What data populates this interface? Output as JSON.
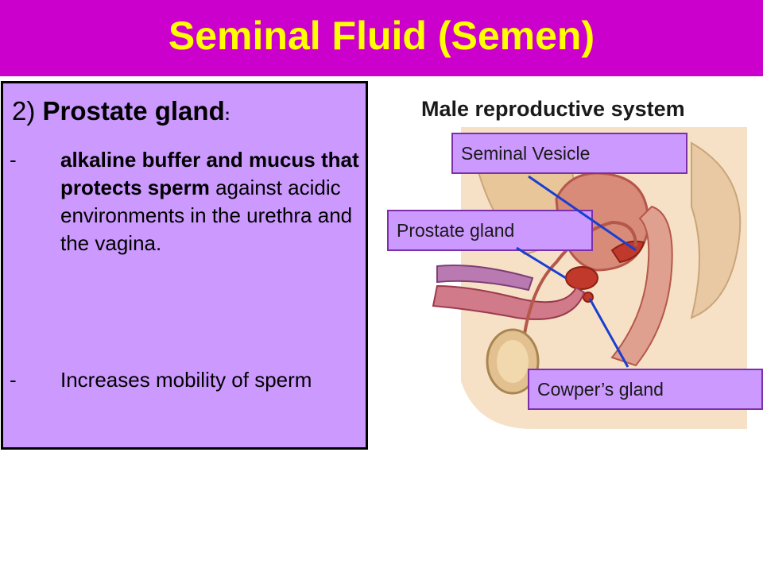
{
  "title": "Seminal Fluid (Semen)",
  "text_box": {
    "heading_number": "2) ",
    "heading_name": "Prostate gland",
    "heading_colon": ":",
    "bullets": [
      {
        "dash": "-",
        "bold": "alkaline buffer and mucus that protects sperm",
        "rest": " against acidic environments in the urethra and the vagina."
      },
      {
        "dash": "-",
        "bold": "",
        "rest": "Increases mobility of sperm"
      }
    ]
  },
  "diagram": {
    "title": "Male reproductive system",
    "labels": {
      "seminal_vesicle": "Seminal Vesicle",
      "prostate_gland": "Prostate gland",
      "cowpers_gland": "Cowper’s gland"
    }
  },
  "colors": {
    "title_bar": "#cc00cc",
    "title_text": "#ffff00",
    "box_fill": "#cc99ff",
    "pointer": "#1a3fd0"
  }
}
